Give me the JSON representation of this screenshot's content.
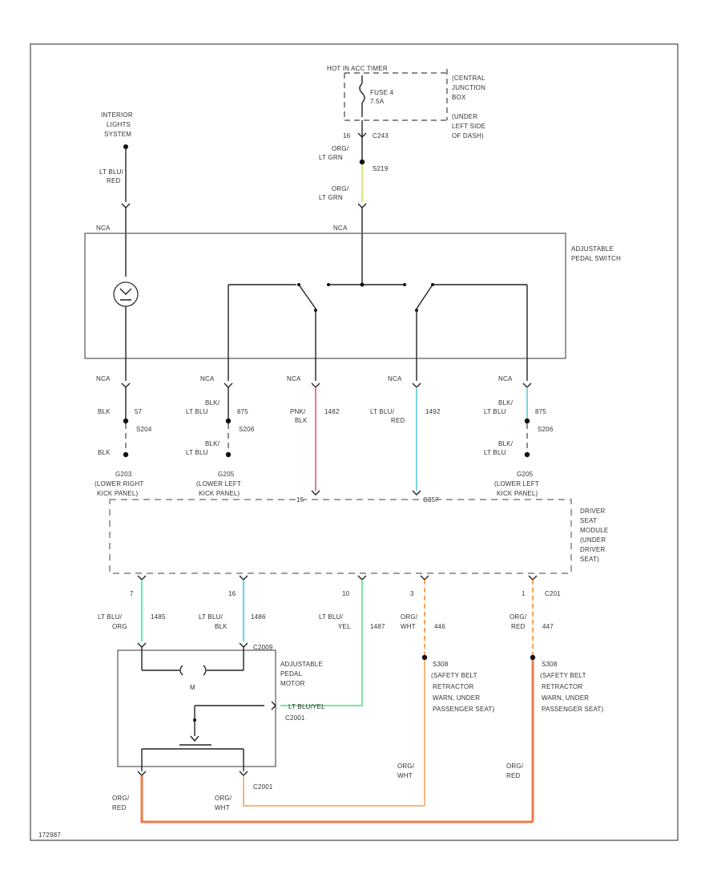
{
  "top": {
    "hot": "HOT IN ACC TIMER",
    "fuse": [
      "FUSE 4",
      "7.5A"
    ],
    "cjb": [
      "(CENTRAL",
      "JUNCTION",
      "BOX",
      "(UNDER",
      "LEFT SIDE",
      "OF DASH)"
    ],
    "c_pin": "16",
    "c_name": "C243",
    "w1": [
      "ORG/",
      "LT GRN"
    ],
    "splice": "S219",
    "w2": [
      "ORG/",
      "LT GRN"
    ]
  },
  "interior": {
    "name": [
      "INTERIOR",
      "LIGHTS",
      "SYSTEM"
    ],
    "wire": [
      "LT BLU/",
      "RED"
    ]
  },
  "switch": {
    "name": [
      "ADJUSTABLE",
      "PEDAL SWITCH"
    ],
    "nca_left": "NCA",
    "nca_top": "NCA"
  },
  "lower": {
    "cols": [
      {
        "nca": "NCA",
        "wire": [
          "BLK"
        ],
        "circuit": "57",
        "splice": "S204",
        "wire2": [
          "BLK"
        ],
        "ground": [
          "G203",
          "(LOWER RIGHT",
          "KICK PANEL)"
        ]
      },
      {
        "nca": "NCA",
        "wire": [
          "BLK/",
          "LT BLU"
        ],
        "circuit": "875",
        "splice": "S206",
        "wire2": [
          "BLK/",
          "LT BLU"
        ],
        "ground": [
          "G205",
          "(LOWER LEFT",
          "KICK PANEL)"
        ]
      },
      {
        "nca": "NCA",
        "wire": [
          "PNK/",
          "BLK"
        ],
        "circuit": "1482"
      },
      {
        "nca": "NCA",
        "wire": [
          "LT BLU/",
          "RED"
        ],
        "circuit": "1492"
      },
      {
        "nca": "NCA",
        "wire": [
          "BLK/",
          "LT BLU"
        ],
        "circuit": "875",
        "splice": "S206",
        "wire2": [
          "BLK/",
          "LT BLU"
        ],
        "ground": [
          "G205",
          "(LOWER LEFT",
          "KICK PANEL)"
        ]
      }
    ],
    "pin_left": "15",
    "pin_right": "C357"
  },
  "module": {
    "name": [
      "DRIVER",
      "SEAT",
      "MODULE",
      "(UNDER",
      "DRIVER",
      "SEAT)"
    ]
  },
  "bottom": {
    "cols": [
      {
        "pin": "7",
        "wire": [
          "LT BLU/",
          "ORG"
        ],
        "circuit": "1485"
      },
      {
        "pin": "16",
        "wire": [
          "LT BLU/",
          "BLK"
        ],
        "circuit": "1486"
      },
      {
        "pin": "10",
        "wire": [
          "LT BLU/",
          "YEL"
        ],
        "circuit": "1487"
      },
      {
        "pin": "3",
        "wire": [
          "ORG/",
          "WHT"
        ],
        "circuit": "446"
      },
      {
        "pin": "1",
        "connector": "C201",
        "wire": [
          "ORG/",
          "RED"
        ],
        "circuit": "447"
      }
    ],
    "c2009": "C2009",
    "motor": [
      "ADJUSTABLE",
      "PEDAL",
      "MOTOR"
    ],
    "motor_m": "M",
    "motor_wire": "LT BLU/YEL",
    "c2001a": "C2001",
    "c2001b": "C2001",
    "s308a": [
      "S308",
      "(SAFETY BELT",
      "RETRACTOR",
      "WARN, UNDER",
      "PASSENGER SEAT)"
    ],
    "s308b": [
      "S308",
      "(SAFETY BELT",
      "RETRACTOR",
      "WARN, UNDER",
      "PASSENGER SEAT)"
    ],
    "w_org_wht_mid": [
      "ORG/",
      "WHT"
    ],
    "w_org_red_right": [
      "ORG/",
      "RED"
    ],
    "w_org_red_left": [
      "ORG/",
      "RED"
    ],
    "w_org_wht_left": [
      "ORG/",
      "WHT"
    ]
  },
  "footer": {
    "code": "172987"
  },
  "colors": {
    "pink": "#e07aa0",
    "light_blue": "#7fd3e4",
    "light_green": "#88e2a8",
    "yellow_green": "#dfe77a",
    "orange": "#f6a35a",
    "orange_red": "#f07b45"
  }
}
